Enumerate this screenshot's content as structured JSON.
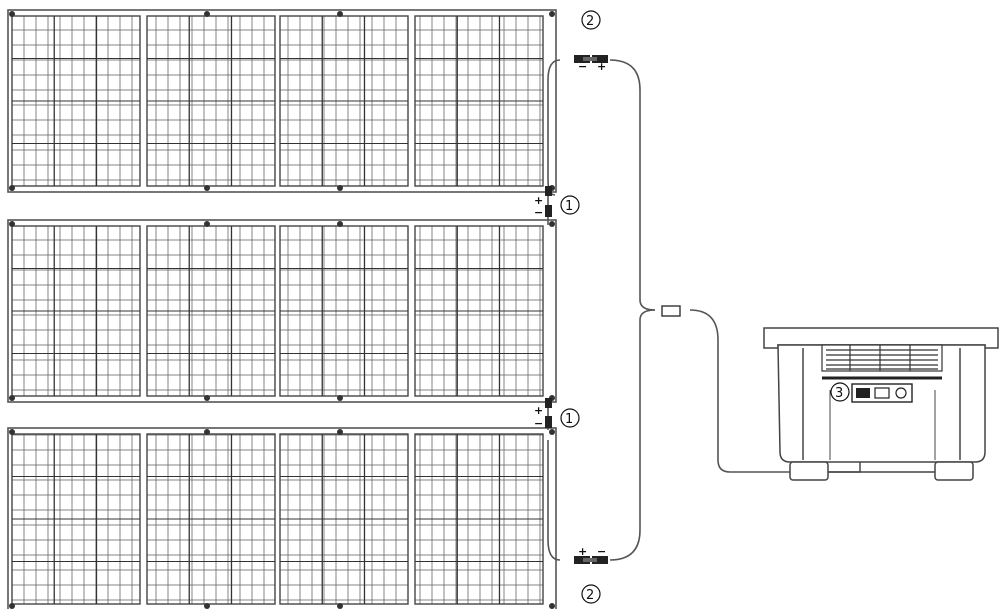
{
  "diagram": {
    "panels": [
      {
        "id": "panel-1",
        "folds": 4
      },
      {
        "id": "panel-2",
        "folds": 4
      },
      {
        "id": "panel-3",
        "folds": 4
      }
    ],
    "callouts": {
      "series_connector": "1",
      "series_connector_2": "1",
      "output_plug_top": "2",
      "output_plug_bottom": "2",
      "station_input": "3"
    },
    "polarity": {
      "top_minus": "−",
      "top_plus": "+",
      "mid1_plus": "+",
      "mid1_minus": "−",
      "mid2_plus": "+",
      "mid2_minus": "−",
      "bottom_plus": "+",
      "bottom_minus": "−"
    },
    "colors": {
      "line": "#555555",
      "panel_fill": "#ffffff",
      "dark": "#111111"
    }
  }
}
